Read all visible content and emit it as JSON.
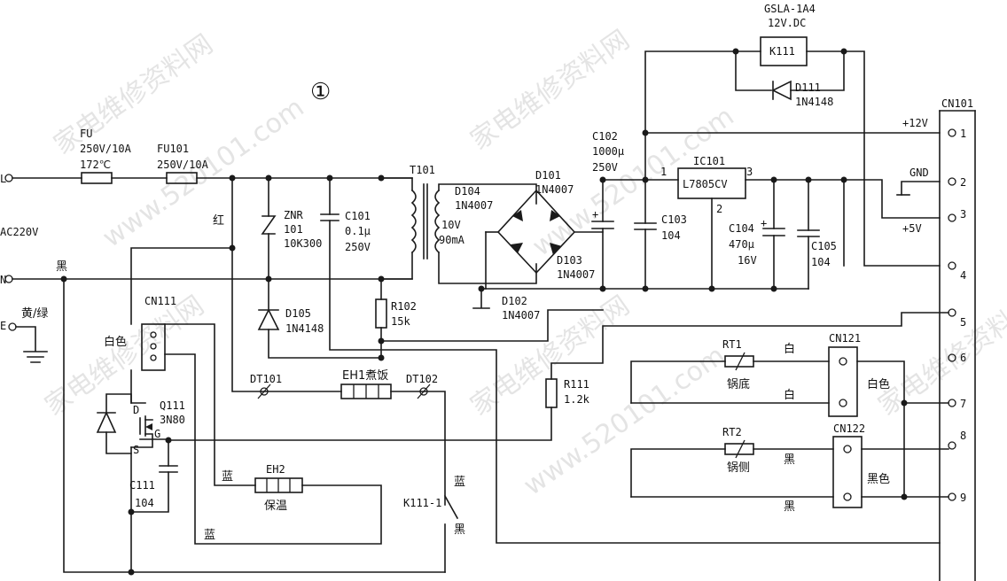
{
  "figure_number": "①",
  "watermarks": [
    "家电维修资料网",
    "www.520101.com",
    "家电维修资料网",
    "www.520101.com",
    "家电维修资料网",
    "www.520101.com",
    "家电维修资料网",
    "家电维修资料网"
  ],
  "inputs": {
    "L": "L",
    "N": "N",
    "E": "E",
    "ac": "AC220V",
    "earth_label": "黄/绿",
    "red": "红",
    "black": "黑"
  },
  "fu": {
    "name": "FU",
    "rating": "250V/10A",
    "temp": "172℃"
  },
  "fu101": {
    "name": "FU101",
    "rating": "250V/10A"
  },
  "t101": {
    "name": "T101",
    "secondary": "10V",
    "current": "90mA"
  },
  "znr": {
    "name": "ZNR",
    "code": "101",
    "spec": "10K300"
  },
  "c101": {
    "name": "C101",
    "value": "0.1μ",
    "voltage": "250V"
  },
  "d104": {
    "name": "D104",
    "part": "1N4007"
  },
  "d101": {
    "name": "D101",
    "part": "1N4007"
  },
  "d102": {
    "name": "D102",
    "part": "1N4007"
  },
  "d103": {
    "name": "D103",
    "part": "1N4007"
  },
  "c102": {
    "name": "C102",
    "value": "1000μ",
    "voltage": "250V"
  },
  "c103": {
    "name": "C103",
    "value": "104"
  },
  "ic101": {
    "name": "IC101",
    "part": "L7805CV",
    "pin1": "1",
    "pin2": "2",
    "pin3": "3"
  },
  "c104": {
    "name": "C104",
    "value": "470μ",
    "voltage": "16V"
  },
  "c105": {
    "name": "C105",
    "value": "104"
  },
  "relay": {
    "model": "GSLA-1A4",
    "rating": "12V.DC",
    "name": "K111",
    "contact": "K111-1"
  },
  "d111": {
    "name": "D111",
    "part": "1N4148"
  },
  "d105": {
    "name": "D105",
    "part": "1N4148"
  },
  "r102": {
    "name": "R102",
    "value": "15k"
  },
  "r111": {
    "name": "R111",
    "value": "1.2k"
  },
  "cn111": {
    "name": "CN111",
    "color": "白色"
  },
  "q111": {
    "name": "Q111",
    "part": "3N80",
    "g": "G",
    "d": "D",
    "s": "S"
  },
  "c111": {
    "name": "C111",
    "value": "104"
  },
  "dt101": {
    "name": "DT101"
  },
  "dt102": {
    "name": "DT102"
  },
  "eh1": {
    "name": "EH1煮饭"
  },
  "eh2": {
    "name": "EH2",
    "label": "保温"
  },
  "wire_colors": {
    "blue1": "蓝",
    "blue2": "蓝",
    "blue3": "蓝",
    "black2": "黑",
    "white1": "白",
    "white2": "白",
    "black3": "黑",
    "black4": "黑"
  },
  "rt1": {
    "name": "RT1",
    "label": "锅底"
  },
  "rt2": {
    "name": "RT2",
    "label": "锅侧"
  },
  "cn121": {
    "name": "CN121",
    "color": "白色"
  },
  "cn122": {
    "name": "CN122",
    "color": "黑色"
  },
  "cn101": {
    "name": "CN101",
    "pins": [
      "1",
      "2",
      "3",
      "4",
      "5",
      "6",
      "7",
      "8",
      "9"
    ],
    "v12": "+12V",
    "gnd": "GND",
    "v5": "+5V"
  }
}
